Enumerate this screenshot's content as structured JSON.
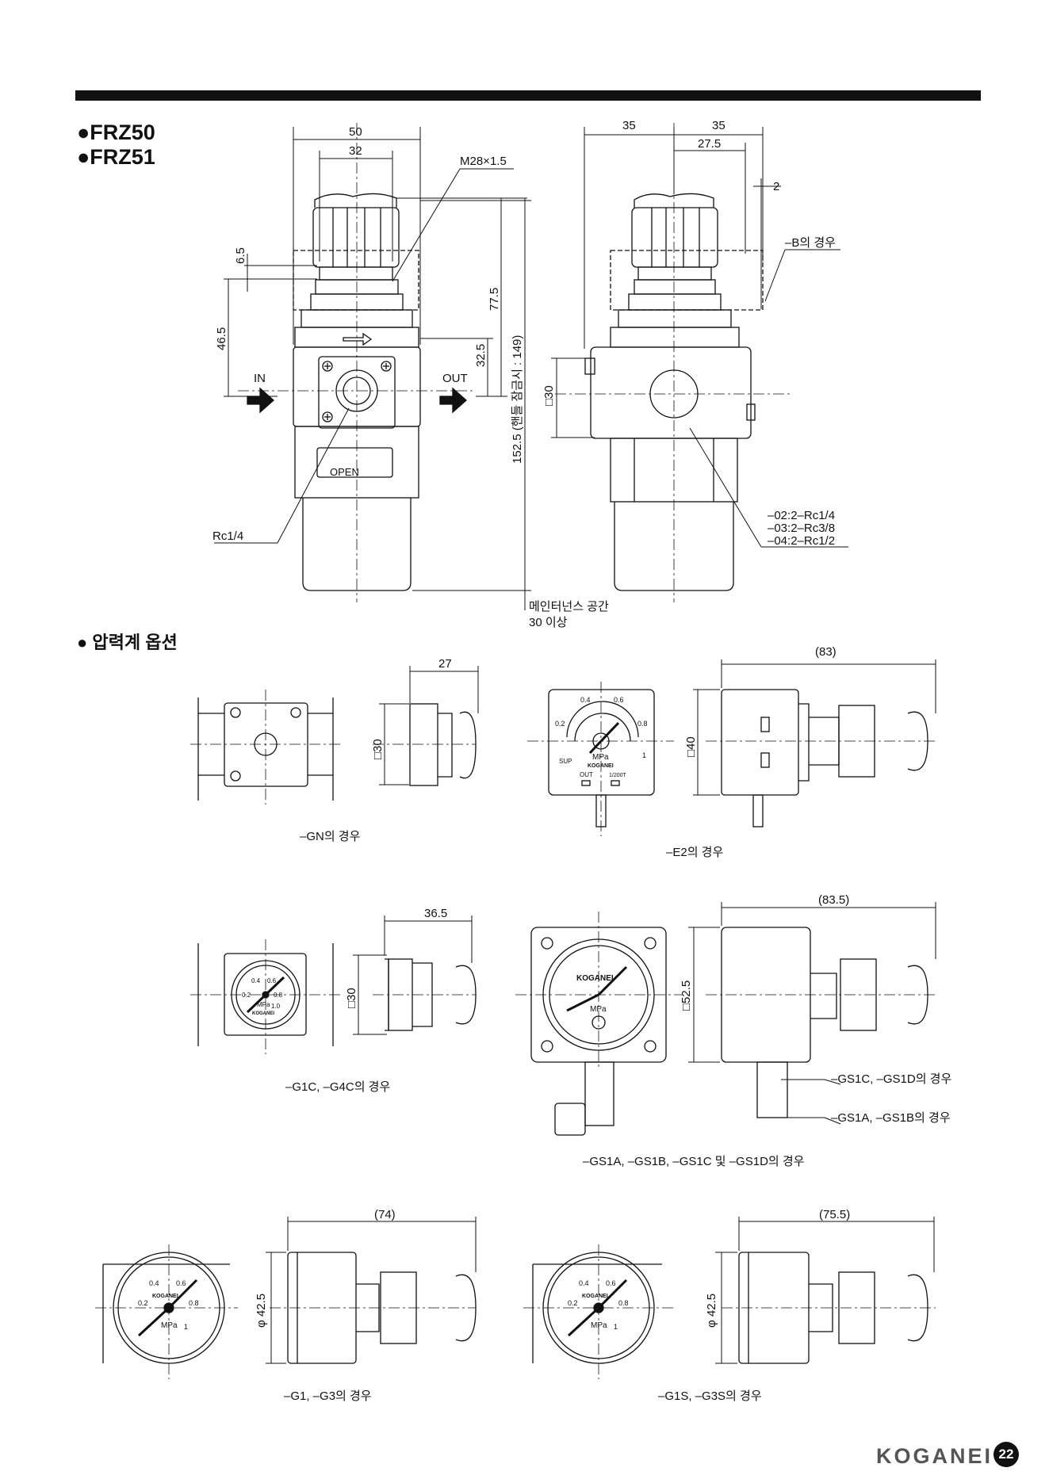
{
  "header": {
    "model_1": "●FRZ50",
    "model_2": "●FRZ51"
  },
  "main_drawing": {
    "dims": {
      "width_50": "50",
      "width_32": "32",
      "thread": "M28×1.5",
      "h_6_5": "6.5",
      "h_46_5": "46.5",
      "h_77_5": "77.5",
      "h_32_5": "32.5",
      "h_total": "152.5 (핸들 잠금시 : 149)",
      "in_label": "IN",
      "out_label": "OUT",
      "port": "Rc1/4",
      "open_label": "OPEN",
      "maintenance_1": "메인터넌스 공간",
      "maintenance_2": "30 이상"
    },
    "side": {
      "w_35a": "35",
      "w_35b": "35",
      "w_27_5": "27.5",
      "w_2": "2",
      "b_case": "–B의 경우",
      "sq30": "□30",
      "port_02": "–02:2–Rc1/4",
      "port_03": "–03:2–Rc3/8",
      "port_04": "–04:2–Rc1/2"
    }
  },
  "gauge_options": {
    "title": "●  압력계 옵션",
    "gn": {
      "dim_27": "27",
      "sq30": "□30",
      "caption": "–GN의 경우"
    },
    "e2": {
      "dim_83": "(83)",
      "sq40": "□40",
      "caption": "–E2의 경우",
      "scale": [
        "0.2",
        "0.4",
        "0.6",
        "0.8",
        "1"
      ],
      "unit": "MPa",
      "brand": "KOGANEI",
      "sup": "SUP",
      "out": "OUT",
      "range": "1/200T"
    },
    "g1c": {
      "dim_36_5": "36.5",
      "sq30": "□30",
      "caption": "–G1C, –G4C의 경우",
      "scale": [
        "0.2",
        "0.4",
        "0.6",
        "0.8",
        "1.0"
      ],
      "unit": "MPa",
      "brand": "KOGANEI"
    },
    "gs1": {
      "dim_83_5": "(83.5)",
      "sq52_5": "□52.5",
      "callout_cd": "–GS1C, –GS1D의 경우",
      "callout_ab": "–GS1A, –GS1B의 경우",
      "caption": "–GS1A, –GS1B, –GS1C 및 –GS1D의 경우",
      "brand": "KOGANEI",
      "unit": "MPa"
    },
    "g1": {
      "dim_74": "(74)",
      "dia": "φ 42.5",
      "caption": "–G1, –G3의 경우",
      "scale": [
        "0.2",
        "0.4",
        "0.6",
        "0.8",
        "1"
      ],
      "unit": "MPa",
      "brand": "KOGANEI"
    },
    "g1s": {
      "dim_75_5": "(75.5)",
      "dia": "φ 42.5",
      "caption": "–G1S, –G3S의 경우",
      "scale": [
        "0.2",
        "0.4",
        "0.6",
        "0.8",
        "1"
      ],
      "unit": "MPa",
      "brand": "KOGANEI"
    }
  },
  "footer": {
    "brand": "KOGANEI",
    "page": "22"
  }
}
